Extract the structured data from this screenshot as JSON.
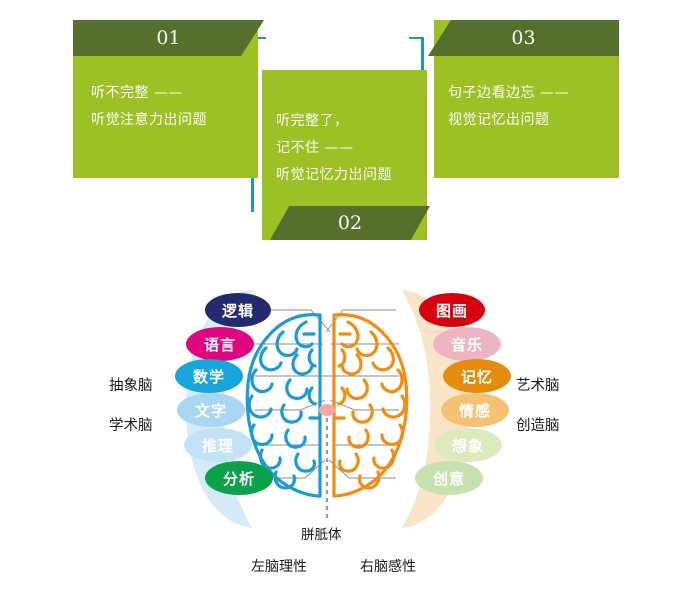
{
  "cards": [
    {
      "number": "01",
      "number_position": "top",
      "text": "听不完整 ——\n听觉注意力出问题",
      "card_color": "#9bc124",
      "banner_color": "#54702c"
    },
    {
      "number": "02",
      "number_position": "bottom",
      "text": "听完整了，\n记不住 ——\n听觉记忆力出问题",
      "card_color": "#9bc124",
      "banner_color": "#54702c"
    },
    {
      "number": "03",
      "number_position": "top",
      "text": "句子边看边忘 ——\n视觉记忆出问题",
      "card_color": "#9bc124",
      "banner_color": "#54702c"
    }
  ],
  "connector_color": "#2196c4",
  "brain": {
    "left_hemisphere_color": "#1e9ad6",
    "right_hemisphere_color": "#f28c12",
    "left_halo_color": "#d6eaf8",
    "right_halo_color": "#fae5c8",
    "corpus_callosum_dot_color": "#f4a9a0",
    "corpus_callosum_line_color": "#9b8fc4",
    "connector_line_color": "#8c8c8c",
    "left_labels": [
      {
        "text": "逻辑",
        "color": "#232a6e"
      },
      {
        "text": "语言",
        "color": "#e0057e"
      },
      {
        "text": "数学",
        "color": "#16a5dc"
      },
      {
        "text": "文字",
        "color": "#a8d5f0"
      },
      {
        "text": "推理",
        "color": "#c3e2f6"
      },
      {
        "text": "分析",
        "color": "#0da14c"
      }
    ],
    "right_labels": [
      {
        "text": "图画",
        "color": "#d6000f"
      },
      {
        "text": "音乐",
        "color": "#edb5c2"
      },
      {
        "text": "记忆",
        "color": "#e58b0e"
      },
      {
        "text": "情感",
        "color": "#f5c173"
      },
      {
        "text": "想象",
        "color": "#dcebbe"
      },
      {
        "text": "创意",
        "color": "#c6e0b0"
      }
    ],
    "side_labels": {
      "left_top": "抽象脑",
      "left_bottom": "学术脑",
      "right_top": "艺术脑",
      "right_bottom": "创造脑"
    },
    "bottom_labels": {
      "corpus_callosum": "胼胝体",
      "left": "左脑理性",
      "right": "右脑感性"
    }
  }
}
